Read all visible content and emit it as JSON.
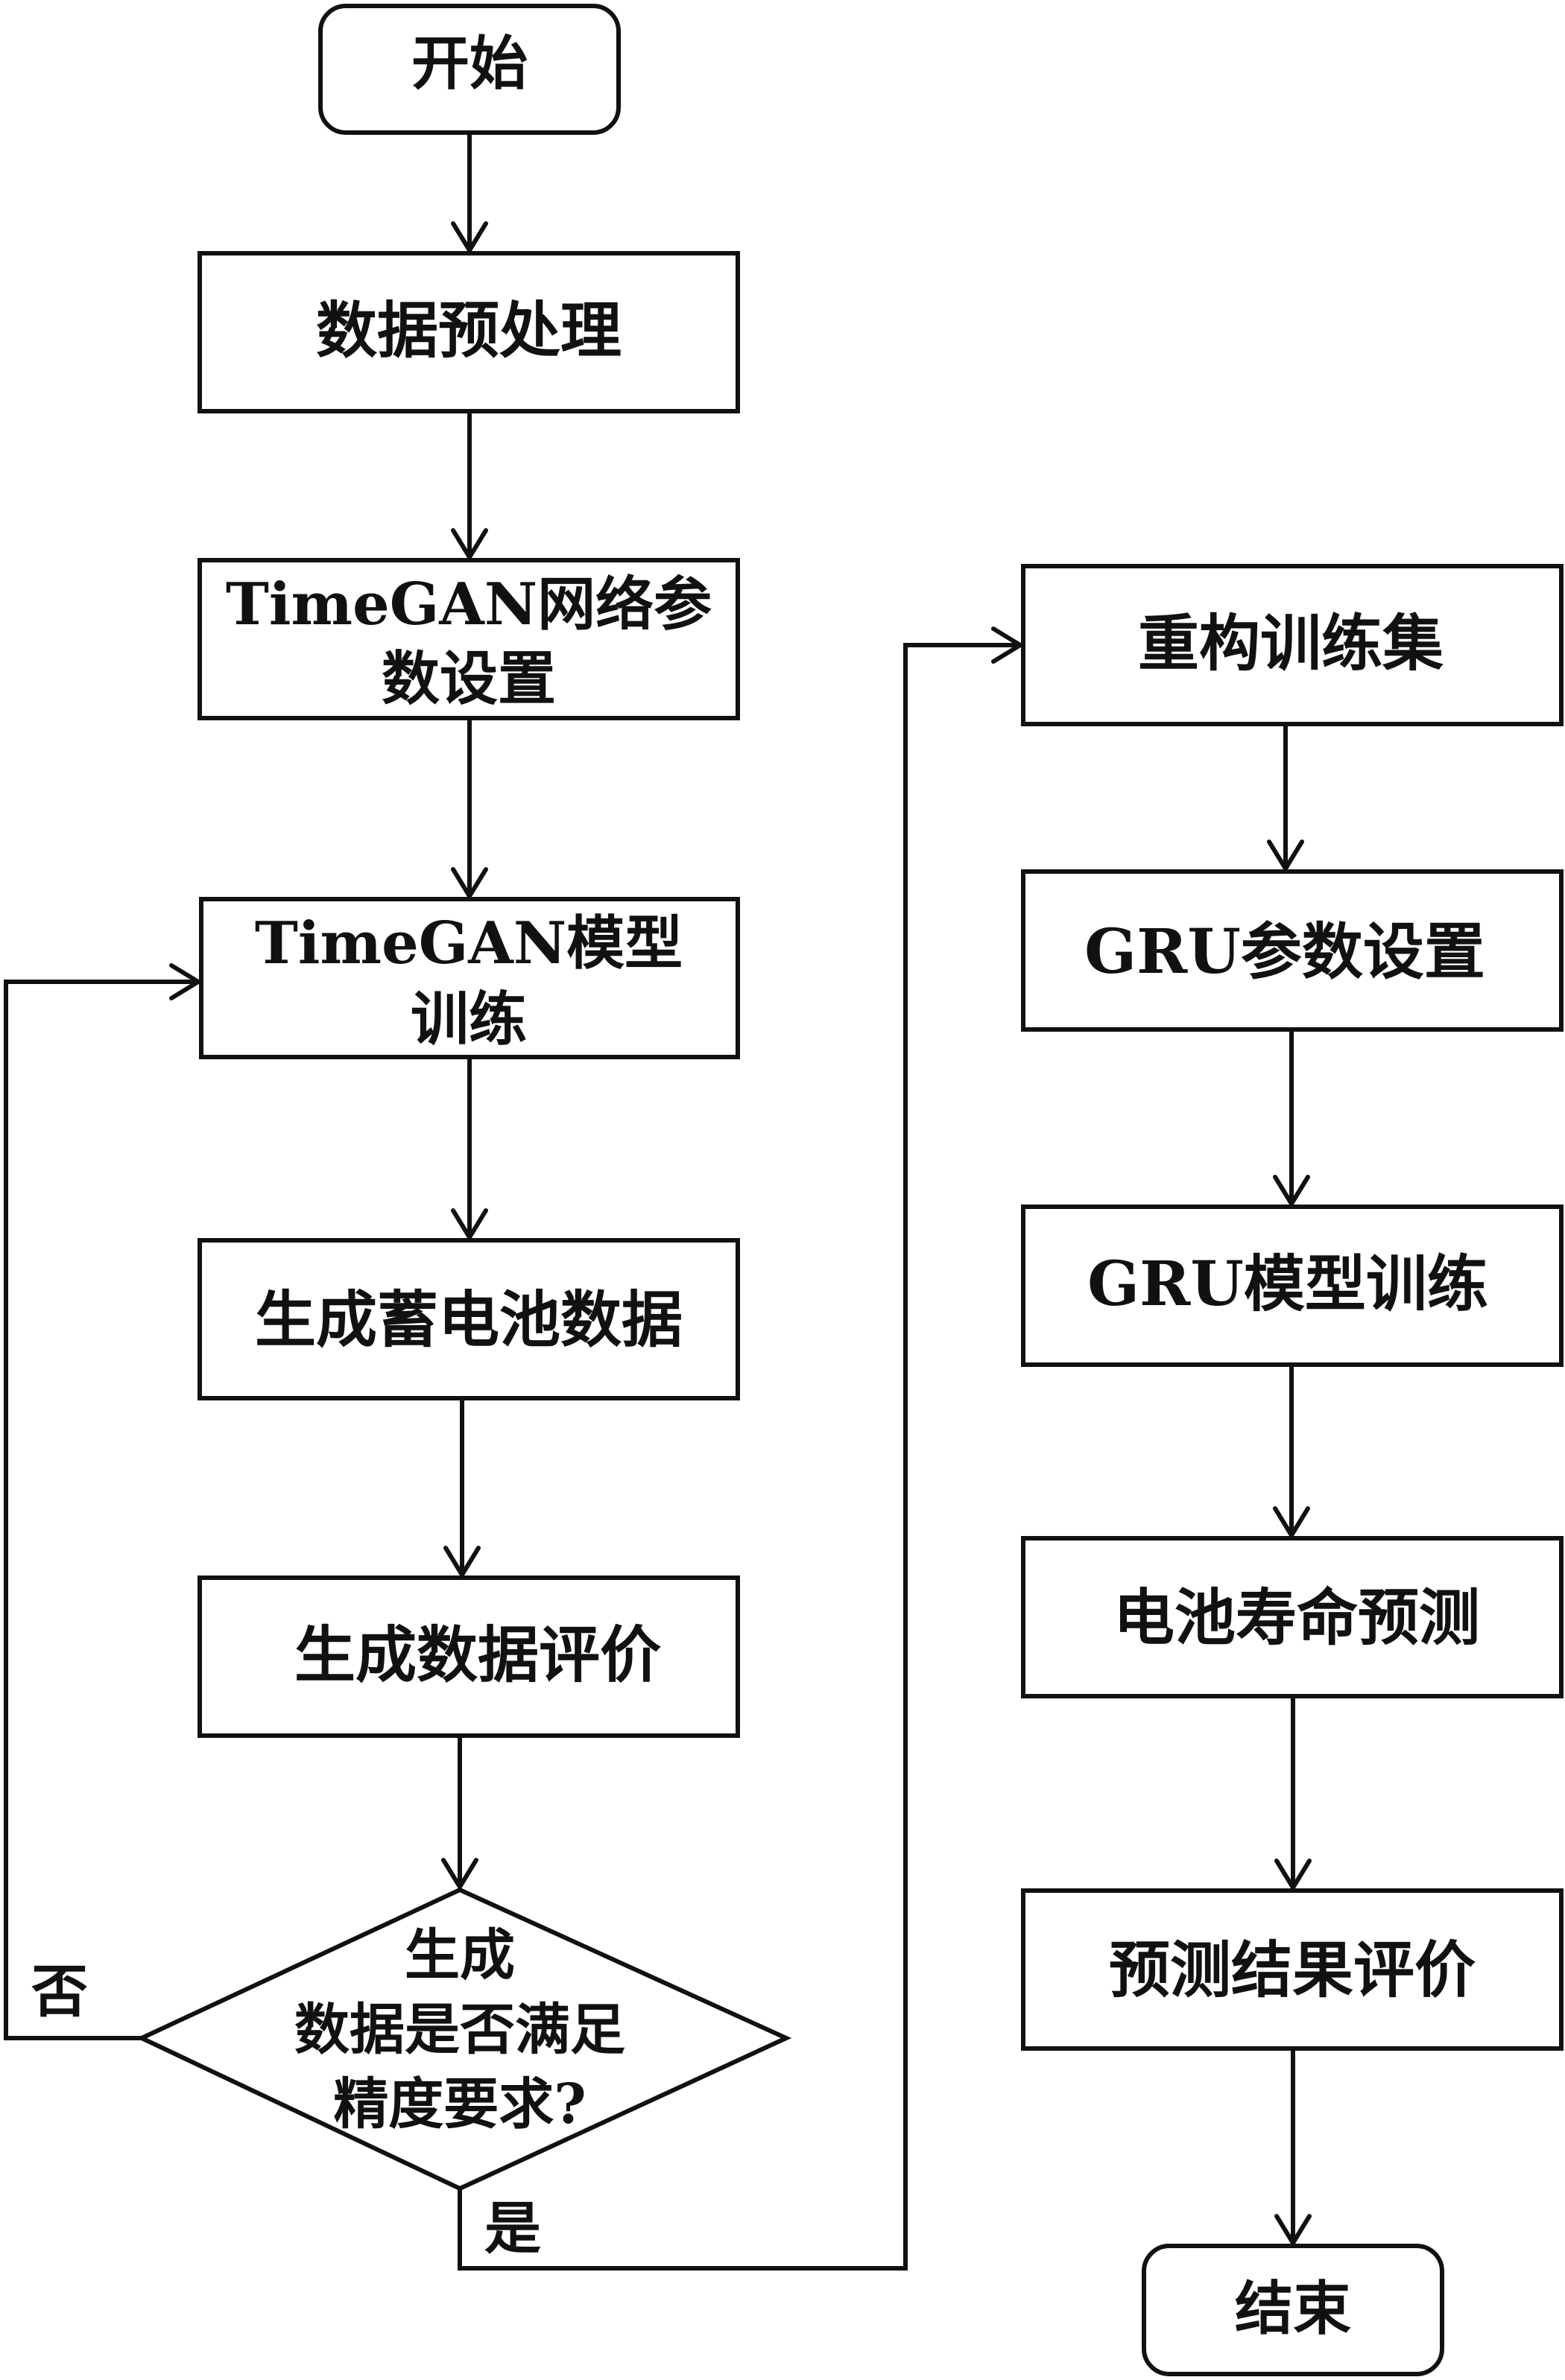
{
  "nodes": {
    "start": "开始",
    "preprocess": "数据预处理",
    "timegan_params_1": "TimeGAN网络参",
    "timegan_params_2": "数设置",
    "timegan_train_1": "TimeGAN模型",
    "timegan_train_2": "训练",
    "generate": "生成蓄电池数据",
    "evaluate": "生成数据评价",
    "decision_1": "生成",
    "decision_2": "数据是否满足",
    "decision_3": "精度要求?",
    "rebuild": "重构训练集",
    "gru_params": "GRU参数设置",
    "gru_train": "GRU模型训练",
    "predict": "电池寿命预测",
    "pred_eval": "预测结果评价",
    "end": "结束"
  },
  "edges": {
    "no_label": "否",
    "yes_label": "是"
  }
}
